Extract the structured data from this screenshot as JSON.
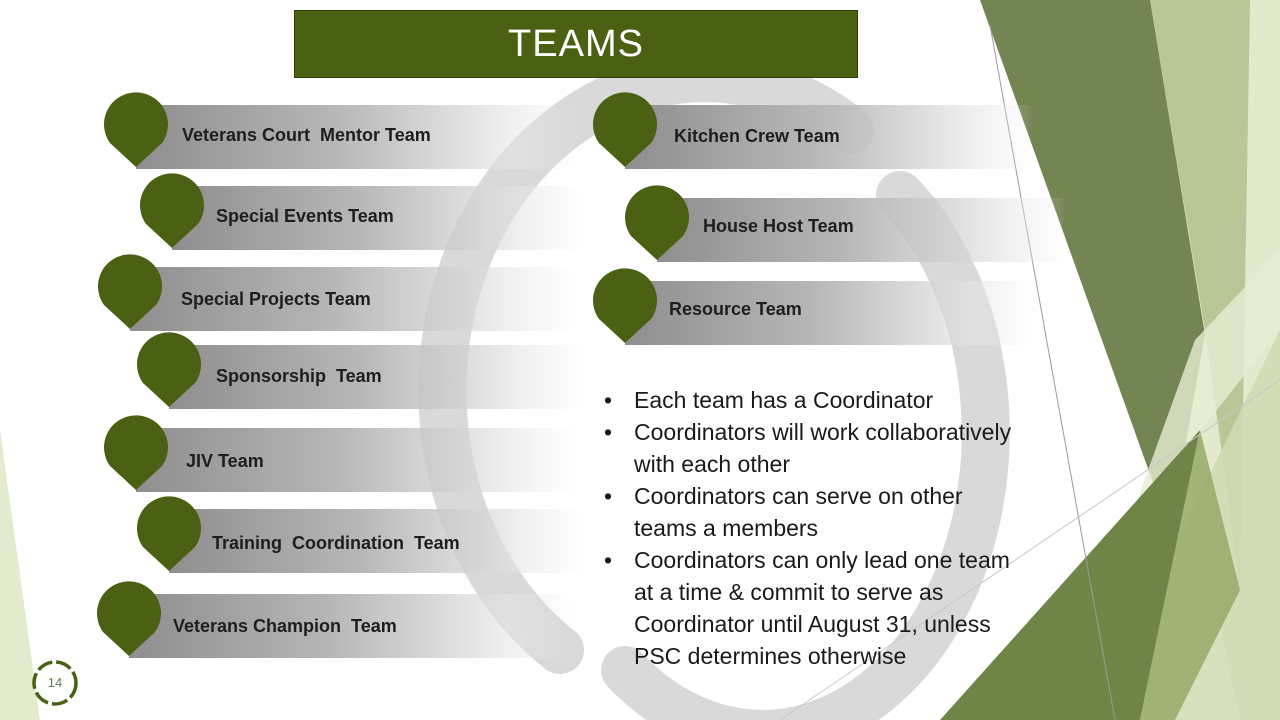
{
  "slide": {
    "title": "TEAMS",
    "page_number": "14",
    "colors": {
      "accent_green": "#4a6114",
      "pin_green": "#4a6114",
      "bar_gray": "#a6a6a6",
      "deco_olive": "#738553",
      "deco_light": "#c9d4ad"
    }
  },
  "teams_left": [
    {
      "label": "Veterans Court  Mentor Team"
    },
    {
      "label": "Special Events Team"
    },
    {
      "label": "Special Projects Team"
    },
    {
      "label": "Sponsorship  Team"
    },
    {
      "label": "JIV Team"
    },
    {
      "label": "Training  Coordination  Team"
    },
    {
      "label": "Veterans Champion  Team"
    }
  ],
  "teams_right": [
    {
      "label": "Kitchen Crew Team"
    },
    {
      "label": "House Host Team"
    },
    {
      "label": "Resource Team"
    }
  ],
  "bullets": [
    "Each team has a Coordinator",
    "Coordinators will work collaboratively with each other",
    "Coordinators can serve on other teams a members",
    "Coordinators can only lead one team at a time & commit to serve as Coordinator until August 31, unless PSC determines otherwise"
  ]
}
